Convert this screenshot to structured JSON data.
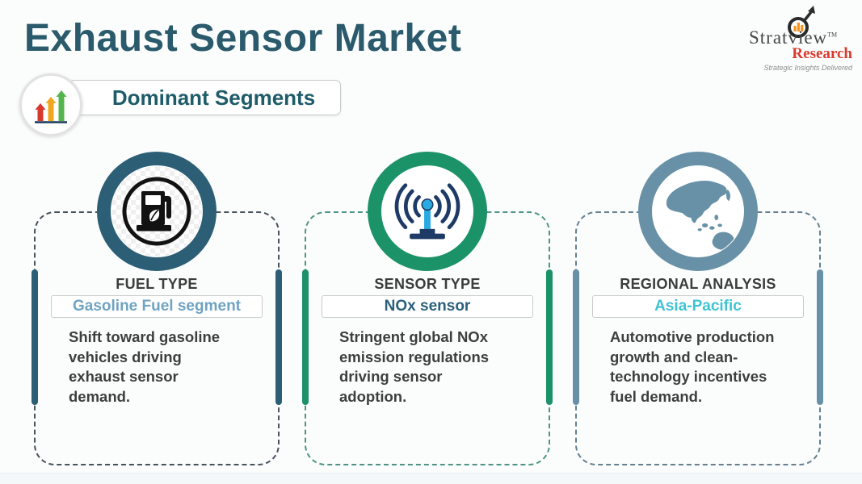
{
  "page": {
    "title": "Exhaust Sensor Market",
    "badge_label": "Dominant Segments",
    "background_color": "#fbfdfd",
    "title_color": "#2a5a6c"
  },
  "logo": {
    "brand": "Stratview",
    "tm": "TM",
    "brand2": "Research",
    "tagline": "Strategic Insights Delivered",
    "brand_color": "#474747",
    "brand2_color": "#da3a2c"
  },
  "badge_icon": {
    "name": "growth-arrows-icon",
    "arrow_colors": [
      "#d7392e",
      "#f0a71f",
      "#55b54c"
    ],
    "baseline_color": "#1a3a5c"
  },
  "cards": [
    {
      "category": "FUEL TYPE",
      "segment": "Gasoline Fuel segment",
      "description": "Shift toward gasoline\nvehicles driving\nexhaust sensor\ndemand.",
      "icon": "fuel-pump-icon",
      "accent_color": "#2c5f75",
      "border_color": "#47525b",
      "segment_color": "#6fa3c2"
    },
    {
      "category": "SENSOR TYPE",
      "segment": "NOx sensor",
      "description": "Stringent global NOx\nemission regulations\ndriving sensor\nadoption.",
      "icon": "sensor-signal-icon",
      "accent_color": "#1c9268",
      "border_color": "#4f9483",
      "segment_color": "#2a607b"
    },
    {
      "category": "REGIONAL ANALYSIS",
      "segment": "Asia-Pacific",
      "description": "Automotive production\ngrowth and clean-\ntechnology incentives\nfuel demand.",
      "icon": "asia-pacific-map-icon",
      "accent_color": "#6891a7",
      "border_color": "#66808f",
      "segment_color": "#3ec4d4"
    }
  ]
}
